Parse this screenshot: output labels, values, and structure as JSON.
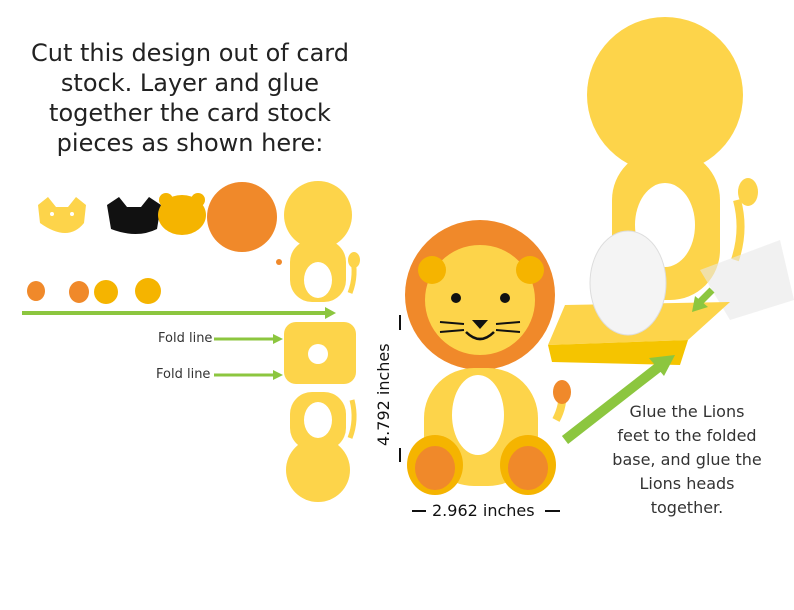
{
  "instructions": "Cut this design out of card stock. Layer and glue together the card stock pieces as shown here:",
  "fold_labels": [
    "Fold line",
    "Fold line"
  ],
  "glue_caption": "Glue the Lions feet to the folded base, and glue the Lions heads together.",
  "dimensions": {
    "height": "4.792 inches",
    "width": "2.962 inches"
  },
  "colors": {
    "yellow": "#fdd44a",
    "orange": "#f0892a",
    "dark_yellow": "#f5b400",
    "black": "#111111",
    "arrow_green": "#8cc63f"
  }
}
